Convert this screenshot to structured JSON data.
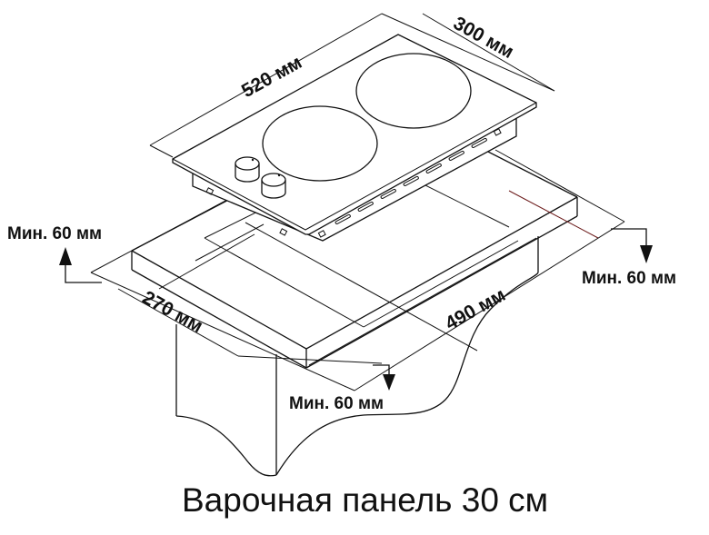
{
  "diagram": {
    "type": "installation-drawing",
    "subject": "built-in hob cutout dimensions",
    "caption": "Варочная панель 30 см",
    "dimensions": {
      "hob_length": "520 мм",
      "hob_width": "300 мм",
      "cutout_length": "490 мм",
      "cutout_width": "270 мм"
    },
    "clearances": {
      "left": "Мин. 60 мм",
      "right": "Мин. 60 мм",
      "front": "Мин. 60 мм"
    },
    "components": [
      "hob-glass-top",
      "burner-large",
      "burner-small",
      "knob-1",
      "knob-2",
      "countertop",
      "cabinet"
    ],
    "colors": {
      "line": "#111111",
      "background": "#ffffff"
    }
  }
}
